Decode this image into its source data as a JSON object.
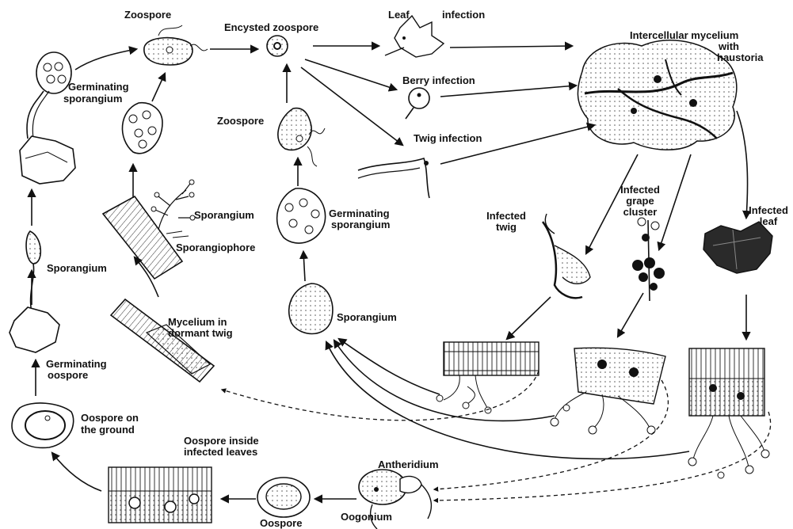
{
  "labels": {
    "zoospore_top": "Zoospore",
    "encysted_zoospore": "Encysted zoospore",
    "leaf_infection_a": "Leaf",
    "leaf_infection_b": "infection",
    "berry_infection": "Berry infection",
    "twig_infection": "Twig infection",
    "intercellular_1": "Intercellular mycelium",
    "intercellular_2": "with",
    "intercellular_3": "haustoria",
    "germ_sporangium_left_1": "Germinating",
    "germ_sporangium_left_2": "sporangium",
    "zoospore_mid": "Zoospore",
    "sporangium_tree": "Sporangium",
    "sporangiophore": "Sporangiophore",
    "germ_sporangium_mid_1": "Germinating",
    "germ_sporangium_mid_2": "sporangium",
    "sporangium_left": "Sporangium",
    "mycelium_1": "Mycelium in",
    "mycelium_2": "dormant twig",
    "sporangium_center": "Sporangium",
    "germ_oospore_1": "Germinating",
    "germ_oospore_2": "oospore",
    "oospore_ground_1": "Oospore on",
    "oospore_ground_2": "the ground",
    "oospore_inside_1": "Oospore inside",
    "oospore_inside_2": "infected leaves",
    "oospore": "Oospore",
    "antheridium": "Antheridium",
    "oogonium": "Oogonium",
    "infected_twig_1": "Infected",
    "infected_twig_2": "twig",
    "infected_cluster_1": "Infected",
    "infected_cluster_2": "grape",
    "infected_cluster_3": "cluster",
    "infected_leaf_1": "Infected",
    "infected_leaf_2": "leaf"
  },
  "colors": {
    "ink": "#111111",
    "paper": "#ffffff",
    "shade": "#bdbdbd"
  }
}
